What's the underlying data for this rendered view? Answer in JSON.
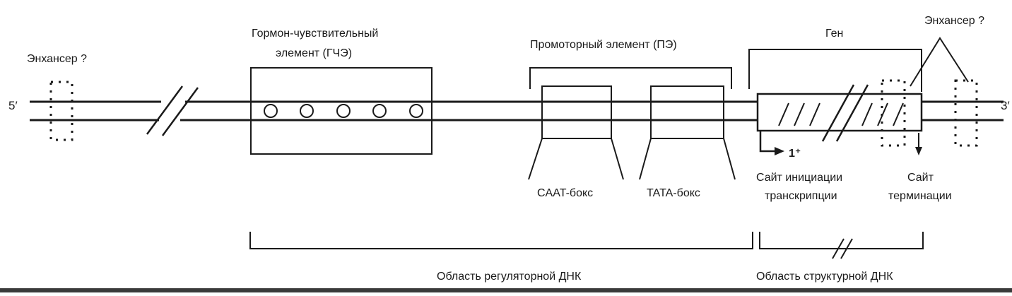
{
  "labels": {
    "enhancer_left": "Энхансер ?",
    "enhancer_right": "Энхансер ?",
    "five_prime": "5′",
    "three_prime": "3′",
    "hre_line1": "Гормон-чувствительный",
    "hre_line2": "элемент (ГЧЭ)",
    "promoter": "Промоторный элемент (ПЭ)",
    "gene": "Ген",
    "caat_box": "CAAT-бокс",
    "tata_box": "TATA-бокс",
    "tss_marker": "1⁺",
    "tss_line1": "Сайт инициации",
    "tss_line2": "транскрипции",
    "term_line1": "Сайт",
    "term_line2": "терминации",
    "regulatory_region": "Область регуляторной ДНК",
    "structural_region": "Область структурной ДНК"
  }
}
